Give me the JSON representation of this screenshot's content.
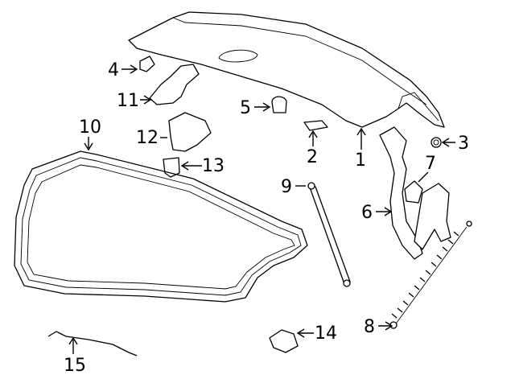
{
  "callouts": [
    {
      "number": "1",
      "part": "trunk-lid"
    },
    {
      "number": "2",
      "part": "bumper"
    },
    {
      "number": "3",
      "part": "grommet"
    },
    {
      "number": "4",
      "part": "bumper"
    },
    {
      "number": "5",
      "part": "bumper"
    },
    {
      "number": "6",
      "part": "hinge"
    },
    {
      "number": "7",
      "part": "bracket"
    },
    {
      "number": "8",
      "part": "spring"
    },
    {
      "number": "9",
      "part": "lift-support"
    },
    {
      "number": "10",
      "part": "weatherstrip"
    },
    {
      "number": "11",
      "part": "latch"
    },
    {
      "number": "12",
      "part": "actuator"
    },
    {
      "number": "13",
      "part": "striker"
    },
    {
      "number": "14",
      "part": "bracket"
    },
    {
      "number": "15",
      "part": "harness"
    }
  ],
  "colors": {
    "line": "#000000",
    "background": "#ffffff"
  }
}
